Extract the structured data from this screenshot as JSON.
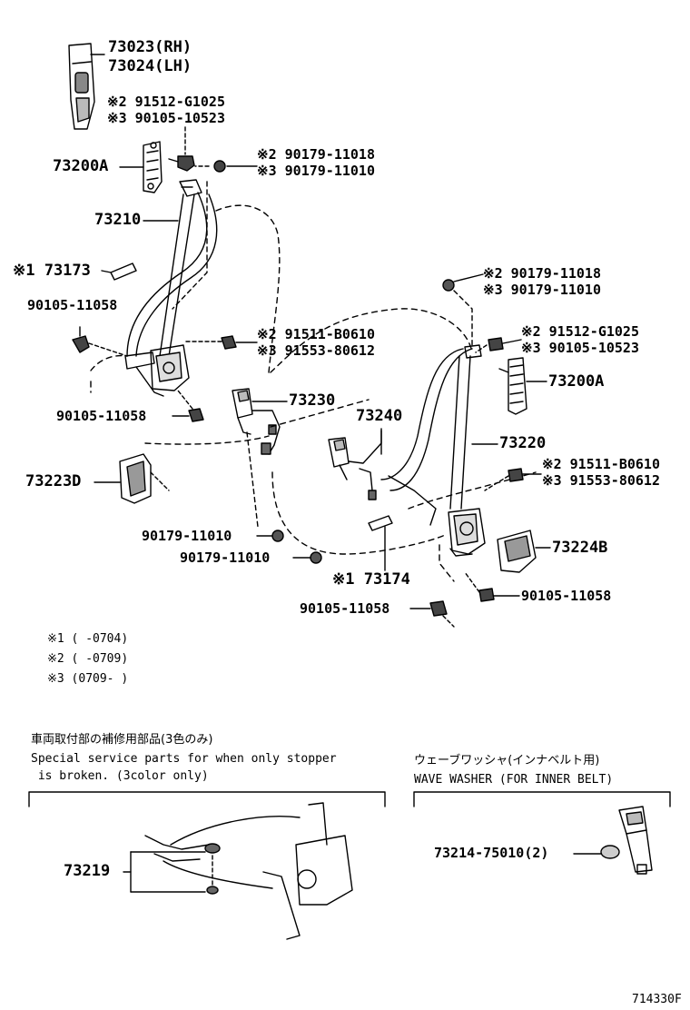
{
  "diagram_id": "714330F",
  "labels": {
    "p73023": "73023(RH)",
    "p73024": "73024(LH)",
    "n2_91512_top": "※2 91512-G1025",
    "n3_90105_top": "※3 90105-10523",
    "p73200A_left": "73200A",
    "n2_90179_top": "※2 90179-11018",
    "n3_90179_top": "※3 90179-11010",
    "p73210": "73210",
    "p73173": "※1 73173",
    "p90105_a": "90105-11058",
    "n2_91511_left": "※2 91511-B0610",
    "n3_91553_left": "※3 91553-80612",
    "n2_90179_right": "※2 90179-11018",
    "n3_90179_right": "※3 90179-11010",
    "n2_91512_right": "※2 91512-G1025",
    "n3_90105_right": "※3 90105-10523",
    "p73200A_right": "73200A",
    "p73230": "73230",
    "p90105_b": "90105-11058",
    "p73240": "73240",
    "p73220": "73220",
    "n2_91511_right": "※2 91511-B0610",
    "n3_91553_right": "※3 91553-80612",
    "p73223D": "73223D",
    "p90179_a": "90179-11010",
    "p90179_b": "90179-11010",
    "p73224B": "73224B",
    "p73174": "※1 73174",
    "p90105_c": "90105-11058",
    "p90105_d": "90105-11058",
    "p73219": "73219",
    "p73214": "73214-75010(2)"
  },
  "notes": {
    "note1": "※1 (      -0704)",
    "note2": "※2 (      -0709)",
    "note3": "※3 (0709-      )"
  },
  "captions": {
    "special_jp": "車両取付部の補修用部品(3色のみ)",
    "special_en1": "Special service parts for when only stopper",
    "special_en2": " is broken. (3color only)",
    "wave_jp": "ウェーブワッシャ(インナベルト用)",
    "wave_en": "WAVE WASHER (FOR INNER BELT)"
  }
}
